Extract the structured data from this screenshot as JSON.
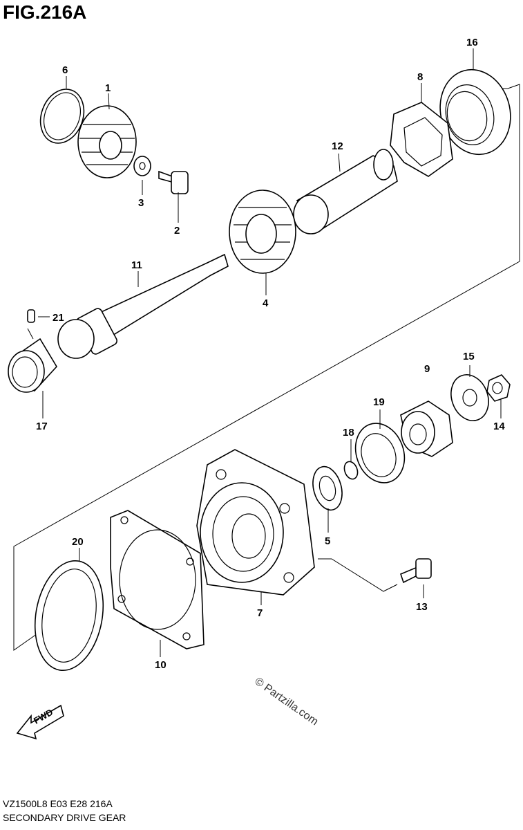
{
  "figure": {
    "title": "FIG.216A",
    "model_code": "VZ1500L8  E03  E28  216A",
    "section_name": "SECONDARY DRIVE GEAR",
    "watermark": "© Partzilla.com",
    "fwd_label": "FWD"
  },
  "callouts": [
    {
      "id": "c1",
      "label": "1"
    },
    {
      "id": "c2",
      "label": "2"
    },
    {
      "id": "c3",
      "label": "3"
    },
    {
      "id": "c4",
      "label": "4"
    },
    {
      "id": "c5",
      "label": "5"
    },
    {
      "id": "c6",
      "label": "6"
    },
    {
      "id": "c7",
      "label": "7"
    },
    {
      "id": "c8",
      "label": "8"
    },
    {
      "id": "c9",
      "label": "9"
    },
    {
      "id": "c10",
      "label": "10"
    },
    {
      "id": "c11",
      "label": "11"
    },
    {
      "id": "c12",
      "label": "12"
    },
    {
      "id": "c13",
      "label": "13"
    },
    {
      "id": "c14",
      "label": "14"
    },
    {
      "id": "c15",
      "label": "15"
    },
    {
      "id": "c16",
      "label": "16"
    },
    {
      "id": "c17",
      "label": "17"
    },
    {
      "id": "c18",
      "label": "18"
    },
    {
      "id": "c19",
      "label": "19"
    },
    {
      "id": "c20",
      "label": "20"
    },
    {
      "id": "c21",
      "label": "21"
    }
  ]
}
